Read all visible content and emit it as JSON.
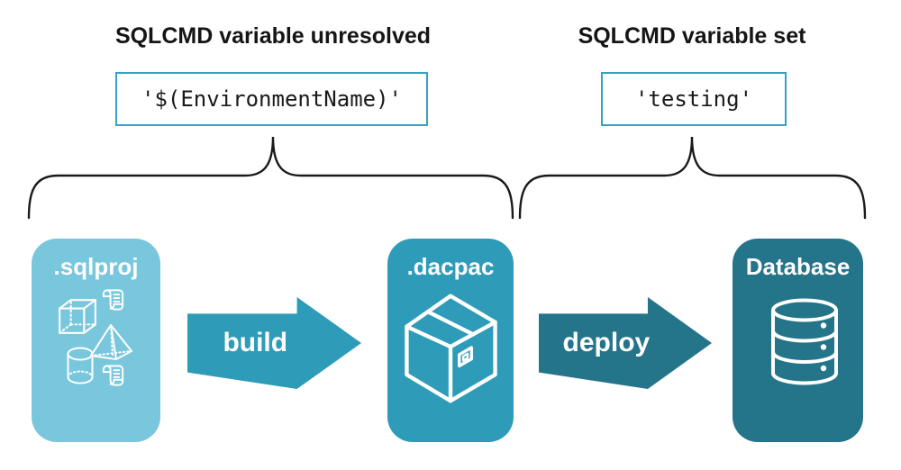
{
  "annotations": {
    "unresolved": {
      "heading": "SQLCMD variable unresolved",
      "code": "'$(EnvironmentName)'"
    },
    "resolved": {
      "heading": "SQLCMD variable set",
      "code": "'testing'"
    }
  },
  "pipeline": {
    "nodes": [
      {
        "id": "sqlproj",
        "label": ".sqlproj",
        "color": "#79C7DC",
        "icons": [
          "script-scroll-icon",
          "cube-icon",
          "pyramid-icon",
          "cylinder-icon",
          "script-scroll-icon"
        ]
      },
      {
        "id": "dacpac",
        "label": ".dacpac",
        "color": "#2E9CB8",
        "icons": [
          "package-icon"
        ]
      },
      {
        "id": "database",
        "label": "Database",
        "color": "#24748A",
        "icons": [
          "database-icon"
        ]
      }
    ],
    "arrows": [
      {
        "label": "build",
        "color": "#2E9CB8"
      },
      {
        "label": "deploy",
        "color": "#24748A"
      }
    ]
  },
  "colors": {
    "background": "#FFFFFF",
    "code_box_border": "#35A2C4",
    "brace_stroke": "#1A1A1A",
    "icon_stroke": "#FFFFFF",
    "heading_text": "#151515"
  }
}
